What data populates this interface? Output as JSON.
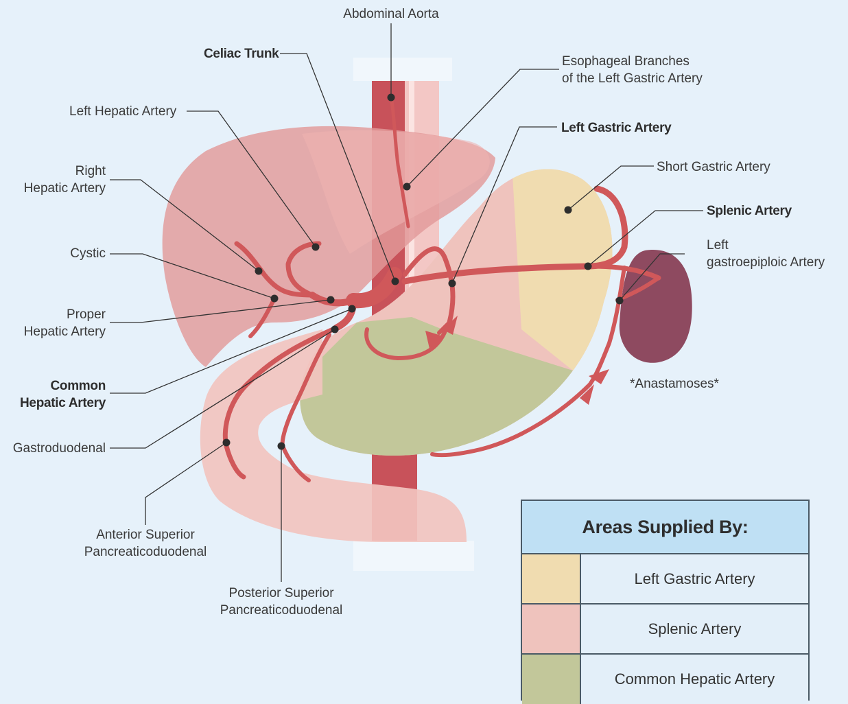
{
  "labels": {
    "abdominal_aorta": "Abdominal Aorta",
    "celiac_trunk": "Celiac Trunk",
    "left_hepatic": "Left Hepatic Artery",
    "right_hepatic_1": "Right",
    "right_hepatic_2": "Hepatic Artery",
    "cystic": "Cystic",
    "proper_hepatic_1": "Proper",
    "proper_hepatic_2": "Hepatic Artery",
    "common_hepatic_1": "Common",
    "common_hepatic_2": "Hepatic Artery",
    "gastroduodenal": "Gastroduodenal",
    "ant_sup_1": "Anterior Superior",
    "ant_sup_2": "Pancreaticoduodenal",
    "post_sup_1": "Posterior Superior",
    "post_sup_2": "Pancreaticoduodenal",
    "esophageal_1": "Esophageal Branches",
    "esophageal_2": "of the Left Gastric Artery",
    "left_gastric": "Left Gastric Artery",
    "short_gastric": "Short Gastric Artery",
    "splenic": "Splenic Artery",
    "left_gep_1": "Left",
    "left_gep_2": "gastroepiploic Artery",
    "anastomoses": "*Anastamoses*"
  },
  "legend": {
    "title": "Areas Supplied By:",
    "items": [
      {
        "label": "Left Gastric Artery",
        "color": "#f0dcb0"
      },
      {
        "label": "Splenic Artery",
        "color": "#efc3bd"
      },
      {
        "label": "Common Hepatic Artery",
        "color": "#c2c79a"
      }
    ]
  },
  "colors": {
    "background": "#e6f1fa",
    "artery": "#d0585a",
    "aorta": "#c8525a",
    "liver": "#e6a3a3",
    "spleen": "#8e4a60",
    "leader_line": "#333333",
    "pancreas": "#f2c4bf"
  }
}
